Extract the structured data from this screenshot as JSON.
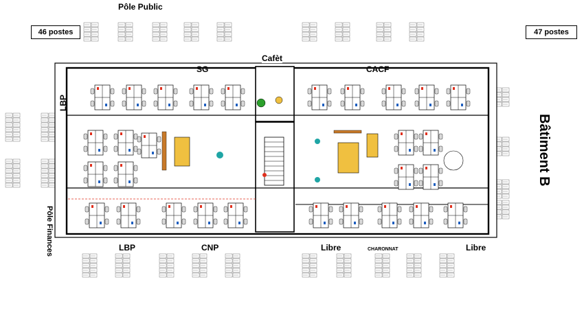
{
  "title": "Pôle Public",
  "building": "Bâtiment B",
  "counts": {
    "left": "46 postes",
    "right": "47 postes"
  },
  "zones": {
    "sg": "SG",
    "cafet": "Cafèt",
    "cacf": "CACF",
    "lbp_left": "LBP",
    "pole_finances": "Pôle Finances",
    "lbp_bottom": "LBP",
    "cnp": "CNP",
    "libre_bottom": "Libre",
    "charonnat": "CHARONNAT",
    "libre_right": "Libre"
  },
  "colors": {
    "wall": "#000000",
    "desk": "#ffffff",
    "chair": "#d9d9d9",
    "accent_red": "#e0301e",
    "accent_green": "#2ca02c",
    "accent_teal": "#1fa5a5",
    "meeting_table": "#f0c040",
    "wood": "#c87a2a"
  }
}
